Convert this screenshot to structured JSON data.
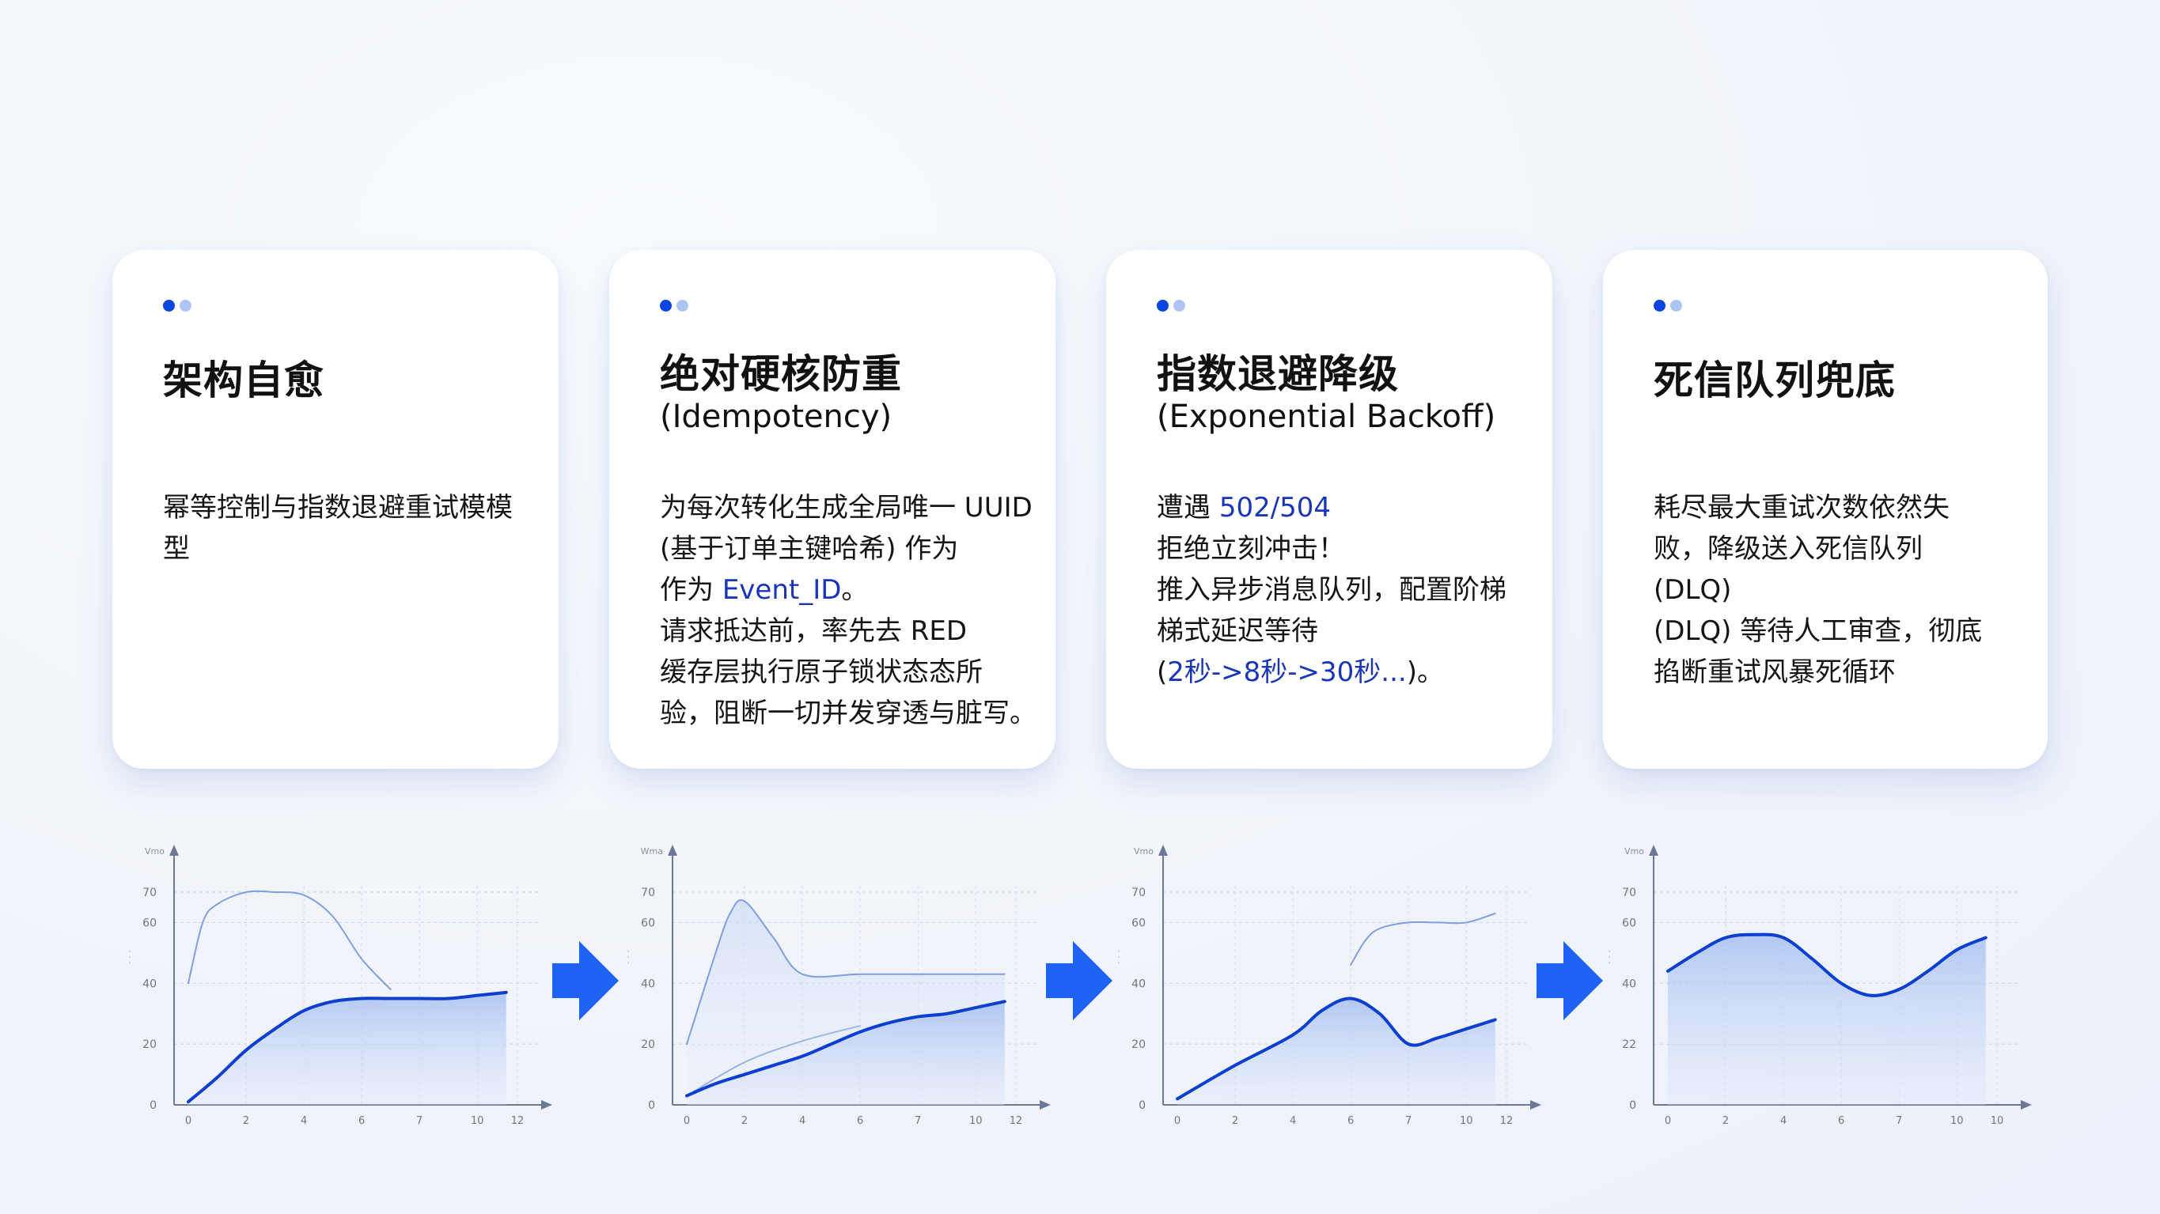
{
  "colors": {
    "accent": "#0a45e0",
    "accent_light": "#aec4f3",
    "highlight_text": "#1a35b8",
    "arrow": "#1e63f5",
    "line_primary": "#0c3fd0",
    "line_secondary": "#7f9fe0"
  },
  "cards": [
    {
      "title": "架构自愈",
      "subtitle": "",
      "body": [
        {
          "text": "幂等控制与指数退避重试模模",
          "highlight": ""
        },
        {
          "text": "型",
          "highlight": ""
        }
      ]
    },
    {
      "title": "绝对硬核防重",
      "subtitle": "(Idempotency)",
      "body": [
        {
          "text": "为每次转化生成全局唯一 UUID",
          "highlight": ""
        },
        {
          "text": "(基于订单主键哈希) 作为",
          "highlight": ""
        },
        {
          "text": "作为 ",
          "highlight": "Event_ID",
          "after": "。"
        },
        {
          "text": "请求抵达前，率先去 RED",
          "highlight": ""
        },
        {
          "text": "缓存层执行原子锁状态态所",
          "highlight": ""
        },
        {
          "text": "验，阻断一切并发穿透与脏写。",
          "highlight": ""
        }
      ]
    },
    {
      "title": "指数退避降级",
      "subtitle": "(Exponential Backoff)",
      "body": [
        {
          "text": "遭遇 ",
          "highlight": "502/504"
        },
        {
          "text": "拒绝立刻冲击！",
          "highlight": ""
        },
        {
          "text": "推入异步消息队列，配置阶梯",
          "highlight": ""
        },
        {
          "text": "梯式延迟等待",
          "highlight": ""
        },
        {
          "text": "(",
          "highlight": "2秒->8秒->30秒...",
          "after": ")。"
        }
      ]
    },
    {
      "title": "死信队列兜底",
      "subtitle": "",
      "body": [
        {
          "text": "耗尽最大重试次数依然失",
          "highlight": ""
        },
        {
          "text": "败，降级送入死信队列",
          "highlight": ""
        },
        {
          "text": "(DLQ)",
          "highlight": ""
        },
        {
          "text": "(DLQ) 等待人工审查，彻底",
          "highlight": ""
        },
        {
          "text": "掐断重试风暴死循环",
          "highlight": ""
        }
      ]
    }
  ],
  "chart_data": [
    {
      "type": "area",
      "title": "",
      "ylabel_top": "Vmo",
      "ylabel_side": "illegible",
      "x_ticks": [
        "0",
        "2",
        "4",
        "6",
        "7",
        "10",
        "12"
      ],
      "y_ticks": [
        "0",
        "20",
        "40",
        "60",
        "70"
      ],
      "ylim": [
        0,
        70
      ],
      "grid": true,
      "series": [
        {
          "name": "primary",
          "x": [
            0,
            1,
            2,
            3,
            4,
            5,
            6,
            7,
            8,
            9,
            10,
            11
          ],
          "values": [
            1,
            9,
            18,
            25,
            31,
            34,
            35,
            35,
            35,
            35,
            36,
            37
          ],
          "fill": true
        },
        {
          "name": "secondary",
          "x": [
            0,
            0.5,
            1,
            2,
            3,
            4,
            5,
            6,
            7
          ],
          "values": [
            40,
            60,
            66,
            70,
            70,
            69,
            62,
            48,
            38
          ]
        }
      ]
    },
    {
      "type": "area",
      "title": "",
      "ylabel_top": "Wma",
      "ylabel_side": "illegible",
      "x_ticks": [
        "0",
        "2",
        "4",
        "6",
        "7",
        "10",
        "12"
      ],
      "y_ticks": [
        "0",
        "20",
        "40",
        "60",
        "70"
      ],
      "ylim": [
        0,
        70
      ],
      "grid": true,
      "series": [
        {
          "name": "primary",
          "x": [
            0,
            1,
            2,
            3,
            4,
            5,
            6,
            7,
            8,
            9,
            10,
            11
          ],
          "values": [
            3,
            7,
            10,
            13,
            16,
            20,
            24,
            27,
            29,
            30,
            32,
            34
          ],
          "fill": true
        },
        {
          "name": "secondary",
          "x": [
            0,
            1,
            1.5,
            2,
            3,
            4,
            6,
            8,
            11
          ],
          "values": [
            20,
            50,
            63,
            67,
            55,
            43,
            43,
            43,
            43
          ],
          "fill": true
        },
        {
          "name": "tertiary",
          "x": [
            0,
            2,
            4,
            6
          ],
          "values": [
            3,
            14,
            21,
            26
          ]
        }
      ]
    },
    {
      "type": "area",
      "title": "",
      "ylabel_top": "Vmo",
      "ylabel_side": "illegible",
      "x_ticks": [
        "0",
        "2",
        "4",
        "6",
        "7",
        "10",
        "12"
      ],
      "y_ticks": [
        "0",
        "20",
        "40",
        "60",
        "70"
      ],
      "ylim": [
        0,
        70
      ],
      "grid": true,
      "series": [
        {
          "name": "primary",
          "x": [
            0,
            2,
            4,
            5,
            6,
            7,
            8,
            9,
            10,
            11
          ],
          "values": [
            2,
            13,
            23,
            31,
            35,
            30,
            20,
            22,
            25,
            28
          ],
          "fill": true
        },
        {
          "name": "secondary",
          "x": [
            6,
            6.5,
            7,
            8,
            9,
            10,
            11
          ],
          "values": [
            46,
            54,
            58,
            60,
            60,
            60,
            63
          ]
        }
      ]
    },
    {
      "type": "area",
      "title": "",
      "ylabel_top": "Vmo",
      "ylabel_side": "illegible",
      "x_ticks": [
        "0",
        "2",
        "4",
        "6",
        "7",
        "10",
        "10"
      ],
      "y_ticks": [
        "0",
        "22",
        "40",
        "60",
        "70"
      ],
      "ylim": [
        0,
        70
      ],
      "grid": true,
      "series": [
        {
          "name": "primary",
          "x": [
            0,
            1,
            2,
            3,
            4,
            5,
            6,
            7,
            8,
            9,
            10,
            11
          ],
          "values": [
            44,
            50,
            55,
            56,
            55,
            48,
            40,
            36,
            38,
            44,
            51,
            55
          ],
          "fill": true
        }
      ]
    }
  ],
  "arrows": [
    {
      "icon": "arrow-right-icon"
    },
    {
      "icon": "arrow-right-icon"
    },
    {
      "icon": "arrow-right-icon"
    }
  ]
}
